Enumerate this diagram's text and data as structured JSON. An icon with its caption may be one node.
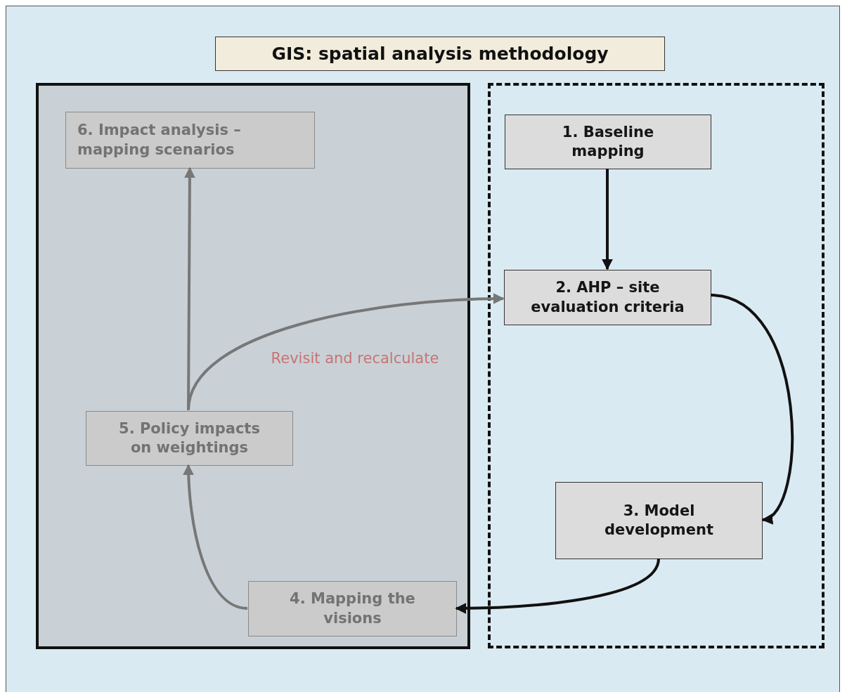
{
  "diagram": {
    "title": "GIS: spatial analysis methodology",
    "nodes": [
      {
        "text": [],
        "shape": "box"
      },
      {
        "text": [
          "6. Impact analysis – mapping scenarios"
        ],
        "in": 0
      },
      {
        "text": [
          "5. Policy impacts on weightings"
        ],
        "in": 0
      },
      {
        "text": [
          "4. Mapping the visions"
        ],
        "in": 0
      },
      {
        "text": [],
        "shape": "box"
      },
      {
        "text": [
          "1. Baseline mapping"
        ],
        "in": 4
      },
      {
        "text": [
          "2. AHP – site evaluation criteria"
        ],
        "in": 4
      },
      {
        "text": [
          "3. Model development"
        ],
        "in": 4
      }
    ],
    "edges": [
      {
        "from": 5,
        "to": 6,
        "arrow": "to"
      },
      {
        "from": 6,
        "to": 7,
        "arrow": "to"
      },
      {
        "from": 7,
        "to": 3,
        "arrow": "to"
      },
      {
        "from": 3,
        "to": 2,
        "arrow": "to",
        "color": "#777777"
      },
      {
        "from": 2,
        "to": 1,
        "arrow": "to",
        "color": "#777777"
      },
      {
        "from": 2,
        "to": 6,
        "arrow": "to",
        "color": "#777777",
        "label": "Revisit and recalculate"
      }
    ]
  }
}
